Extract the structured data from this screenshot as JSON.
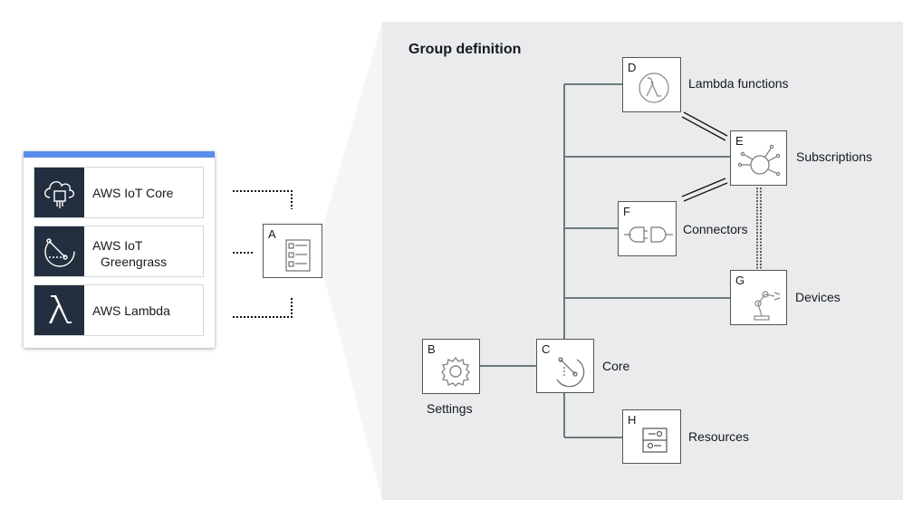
{
  "services": {
    "iot_core": "AWS IoT Core",
    "greengrass_line1": "AWS IoT",
    "greengrass_line2": "Greengrass",
    "lambda": "AWS Lambda"
  },
  "group": {
    "title": "Group definition",
    "letters": {
      "a": "A",
      "b": "B",
      "c": "C",
      "d": "D",
      "e": "E",
      "f": "F",
      "g": "G",
      "h": "H"
    },
    "labels": {
      "lambda_functions": "Lambda functions",
      "subscriptions": "Subscriptions",
      "connectors": "Connectors",
      "devices": "Devices",
      "settings": "Settings",
      "core": "Core",
      "resources": "Resources"
    }
  },
  "icons": {
    "a": "group-checklist-icon",
    "b": "gear-icon",
    "c": "greengrass-core-icon",
    "d": "lambda-icon",
    "e": "subscriptions-hub-icon",
    "f": "connector-plug-icon",
    "g": "robot-arm-icon",
    "h": "resources-icon"
  },
  "colors": {
    "accent_bar": "#5a8cec",
    "tile_bg": "#232f3e",
    "panel_bg": "#e9ebec",
    "line": "#6b7a79"
  }
}
